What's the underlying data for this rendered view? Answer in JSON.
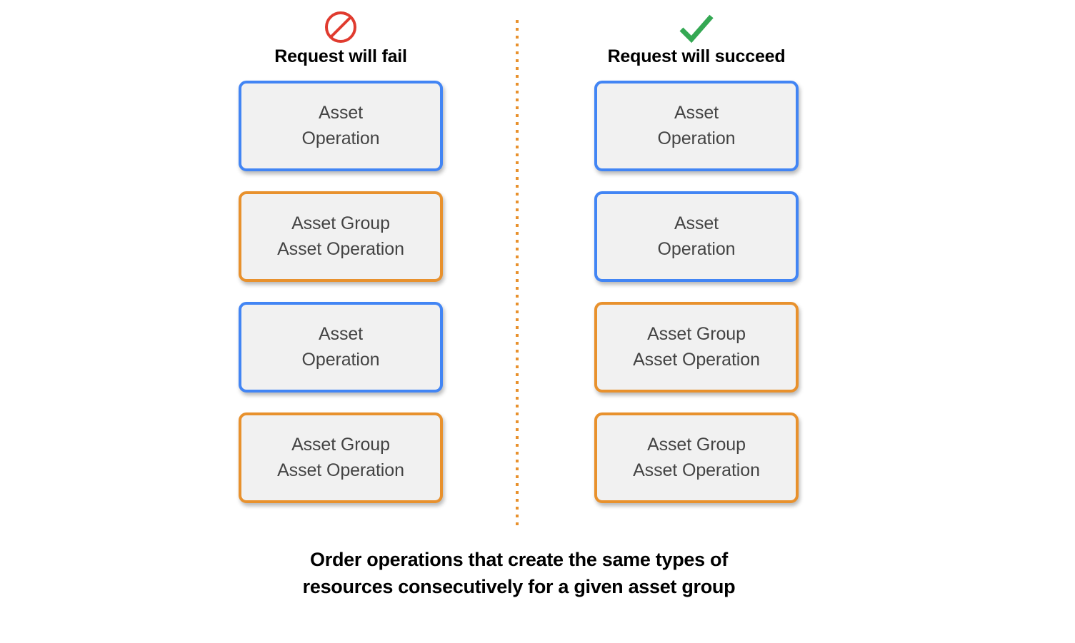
{
  "diagram": {
    "divider": {
      "style": "dotted-vertical",
      "color": "#E8912D"
    },
    "colors": {
      "blue_border": "#4285F4",
      "orange_border": "#E8912D",
      "card_fill": "#F1F1F1",
      "card_text": "#444444",
      "fail_icon": "#E03B2F",
      "succeed_icon": "#34A853",
      "divider": "#E8912D",
      "background": "#FFFFFF"
    },
    "columns": [
      {
        "id": "fail",
        "icon": "prohibition-icon",
        "icon_color": "#E03B2F",
        "header_label": "Request will fail",
        "cards": [
          {
            "label": "Asset\nOperation",
            "border": "blue"
          },
          {
            "label": "Asset Group\nAsset Operation",
            "border": "orange"
          },
          {
            "label": "Asset\nOperation",
            "border": "blue"
          },
          {
            "label": "Asset Group\nAsset Operation",
            "border": "orange"
          }
        ]
      },
      {
        "id": "succeed",
        "icon": "checkmark-icon",
        "icon_color": "#34A853",
        "header_label": "Request will succeed",
        "cards": [
          {
            "label": "Asset\nOperation",
            "border": "blue"
          },
          {
            "label": "Asset\nOperation",
            "border": "blue"
          },
          {
            "label": "Asset Group\nAsset Operation",
            "border": "orange"
          },
          {
            "label": "Asset Group\nAsset Operation",
            "border": "orange"
          }
        ]
      }
    ],
    "caption": {
      "line1": "Order operations that create the same types of",
      "line2": "resources consecutively for a given asset group"
    }
  }
}
